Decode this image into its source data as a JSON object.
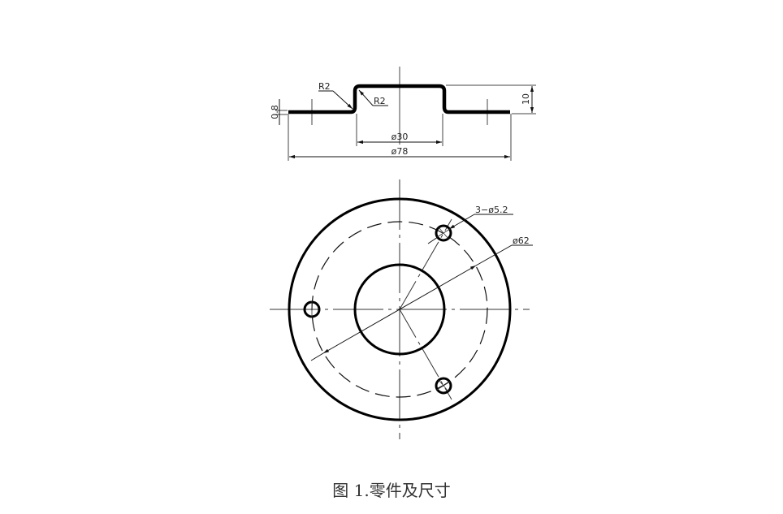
{
  "figure": {
    "caption": "图 1.零件及尺寸",
    "section_view": {
      "dimensions": {
        "thickness": "0.8",
        "outer_radius_label": "R2",
        "inner_radius_label": "R2",
        "height": "10",
        "boss_diameter": "ø30",
        "flange_diameter": "ø78"
      }
    },
    "plan_view": {
      "dimensions": {
        "holes": "3−ø5.2",
        "bolt_circle": "ø62"
      },
      "features": [
        "outer flange circle ø78",
        "central boss circle ø30",
        "bolt circle ø62 (dashed)",
        "3 holes ø5.2 at 120°"
      ]
    },
    "colors": {
      "line": "#000000",
      "centerline": "#333333",
      "background": "#ffffff"
    }
  }
}
